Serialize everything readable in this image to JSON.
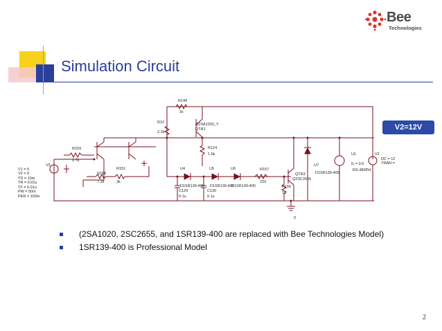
{
  "header": {
    "logo_text": "Bee",
    "logo_subtext": "Technologies",
    "title": "Simulation Circuit"
  },
  "badge": {
    "label": "V2=12V"
  },
  "colors": {
    "title": "#2a3f9a",
    "badge": "#2c4aa6",
    "logo_red": "#e0312a",
    "deco_yellow": "#f6d21f",
    "deco_blue": "#2a3f9a",
    "circuit": "#7a0f1e"
  },
  "schematic": {
    "labels": {
      "r149": "R149",
      "r149_val": "1k",
      "r12": "R12",
      "r12_val": "2.2k",
      "q2sa": "Q2SA1020_Y",
      "qtr1": "QTR1",
      "r159": "R159",
      "r159_val": "2.7k",
      "r124": "R124",
      "r124_val": "1.6k",
      "v3": "V3",
      "v3_params": [
        "V1 = 5",
        "V2 = 0",
        "TD = 10m",
        "TR = 0.01u",
        "TF = 0.01u",
        "PW = 50m",
        "PER = 100m"
      ],
      "r158": "R158",
      "r158_val": "7.2k",
      "r151": "R151",
      "r151_val": "3k",
      "u4": "U4",
      "u5": "U5",
      "u6": "U6",
      "d1": "D1SR139-400",
      "d2": "D1SR139-400",
      "d3": "D1SR139-400",
      "c129": "C129",
      "c129_val": "0.1u",
      "c130": "C130",
      "c130_val": "0.1u",
      "r157": "R157",
      "r157_val": "220",
      "qtr3": "QTR3",
      "q2sc": "Q2SC2655",
      "r150": "R150",
      "r150_val": "1k",
      "u7": "U7",
      "d4": "D1SR139-400",
      "u1": "U1",
      "il": "IL = 0.6",
      "rs": "RS-380PH",
      "v2": "V2",
      "v2_dc": "DC = 12",
      "v2_tran": "TRAN =",
      "gnd": "0"
    }
  },
  "bullets": [
    "(2SA1020, 2SC2655, and 1SR139-400 are replaced with Bee Technologies Model)",
    "1SR139-400 is Professional Model"
  ],
  "footer": {
    "page_number": "2"
  }
}
